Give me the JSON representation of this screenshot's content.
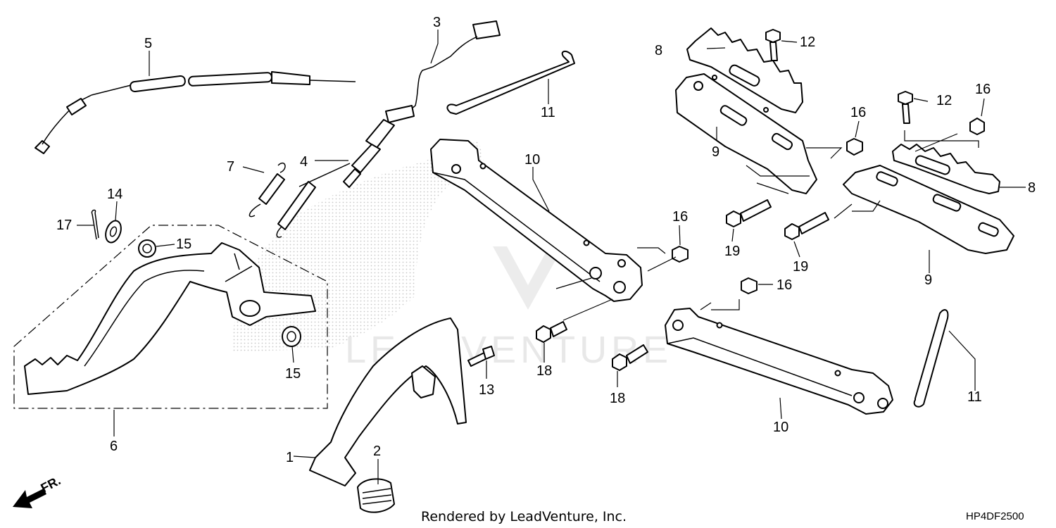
{
  "diagram": {
    "callouts": [
      {
        "id": "c1",
        "label": "1"
      },
      {
        "id": "c2",
        "label": "2"
      },
      {
        "id": "c3",
        "label": "3"
      },
      {
        "id": "c4",
        "label": "4"
      },
      {
        "id": "c5",
        "label": "5"
      },
      {
        "id": "c6",
        "label": "6"
      },
      {
        "id": "c7",
        "label": "7"
      },
      {
        "id": "c8a",
        "label": "8"
      },
      {
        "id": "c8b",
        "label": "8"
      },
      {
        "id": "c9a",
        "label": "9"
      },
      {
        "id": "c9b",
        "label": "9"
      },
      {
        "id": "c10a",
        "label": "10"
      },
      {
        "id": "c10b",
        "label": "10"
      },
      {
        "id": "c11a",
        "label": "11"
      },
      {
        "id": "c11b",
        "label": "11"
      },
      {
        "id": "c12a",
        "label": "12"
      },
      {
        "id": "c12b",
        "label": "12"
      },
      {
        "id": "c13",
        "label": "13"
      },
      {
        "id": "c14",
        "label": "14"
      },
      {
        "id": "c15a",
        "label": "15"
      },
      {
        "id": "c15b",
        "label": "15"
      },
      {
        "id": "c16a",
        "label": "16"
      },
      {
        "id": "c16b",
        "label": "16"
      },
      {
        "id": "c16c",
        "label": "16"
      },
      {
        "id": "c16d",
        "label": "16"
      },
      {
        "id": "c17",
        "label": "17"
      },
      {
        "id": "c18a",
        "label": "18"
      },
      {
        "id": "c18b",
        "label": "18"
      },
      {
        "id": "c19a",
        "label": "19"
      },
      {
        "id": "c19b",
        "label": "19"
      }
    ],
    "direction_label": "FR.",
    "watermark": "LEADVENTURE",
    "credit": "Rendered by LeadVenture, Inc.",
    "diagram_code": "HP4DF2500"
  }
}
